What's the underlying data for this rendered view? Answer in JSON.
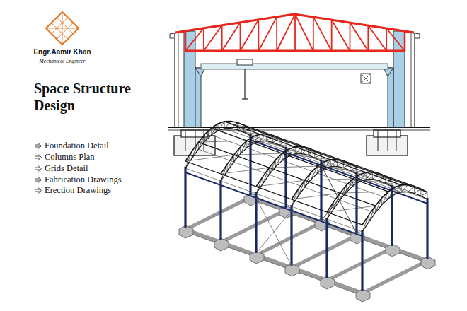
{
  "diagram": {
    "title": "Space Structure Design",
    "labels": [
      "Engr.Aamir Khan",
      "Mechanical Engineer",
      "Foundation Detail",
      "Columns Plan",
      "Grids Detail",
      "Fabrication Drawings",
      "Erection Drawings"
    ]
  }
}
